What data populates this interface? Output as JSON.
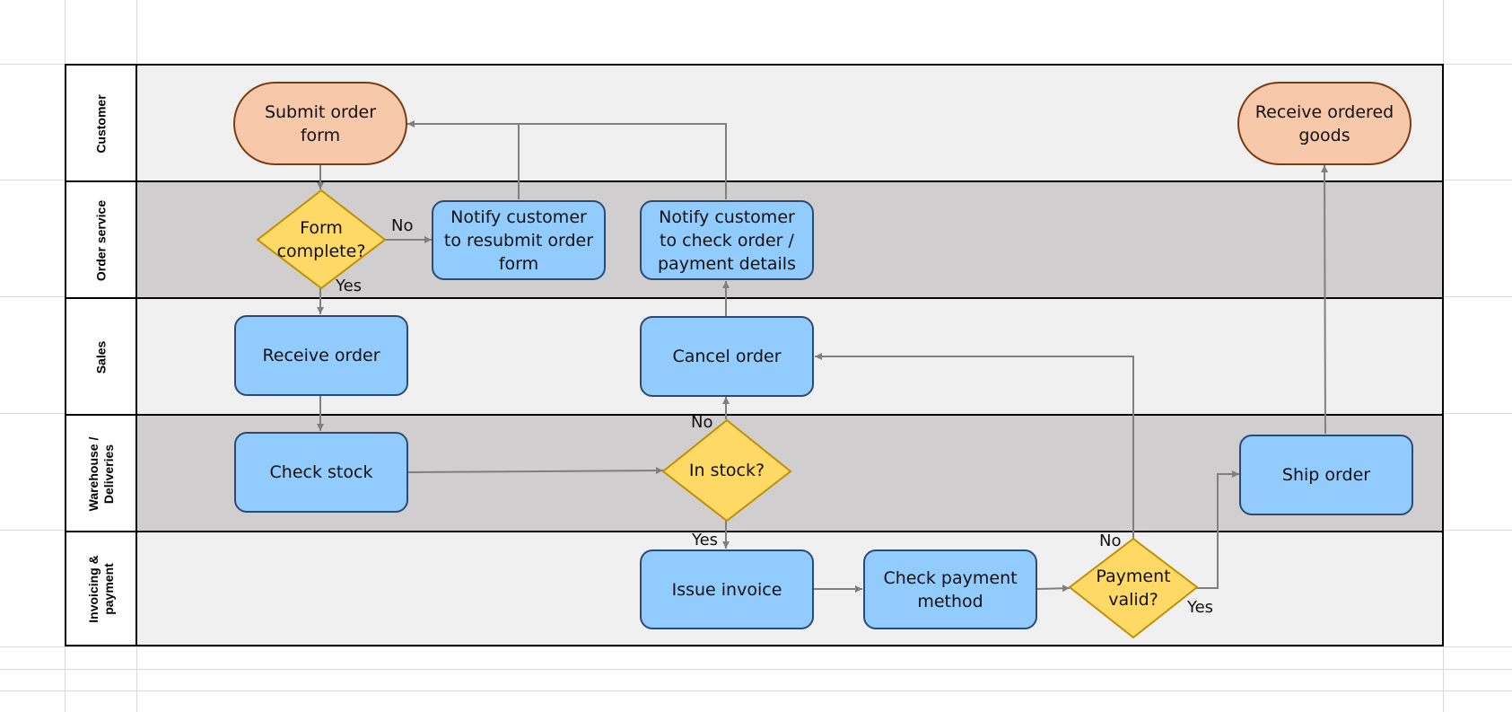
{
  "lanes": [
    {
      "label": "Customer"
    },
    {
      "label": "Order service"
    },
    {
      "label": "Sales"
    },
    {
      "label": "Warehouse /\nDeliveries"
    },
    {
      "label": "Invoicing &\npayment"
    }
  ],
  "nodes": {
    "submit_order_form": "Submit order\nform",
    "receive_ordered_goods": "Receive ordered\ngoods",
    "form_complete": "Form\ncomplete?",
    "notify_resubmit": "Notify customer\nto resubmit order\nform",
    "notify_check_details": "Notify customer\nto check order /\npayment details",
    "receive_order": "Receive order",
    "cancel_order": "Cancel order",
    "check_stock": "Check stock",
    "in_stock": "In stock?",
    "ship_order": "Ship order",
    "issue_invoice": "Issue invoice",
    "check_payment_method": "Check payment\nmethod",
    "payment_valid": "Payment\nvalid?"
  },
  "edge_labels": {
    "form_no": "No",
    "form_yes": "Yes",
    "stock_no": "No",
    "stock_yes": "Yes",
    "payment_no": "No",
    "payment_yes": "Yes"
  },
  "colors": {
    "process_fill": "#92ccff",
    "terminal_fill": "#f7c8aa",
    "decision_fill": "#ffd966",
    "connector": "#7f7f7f"
  }
}
